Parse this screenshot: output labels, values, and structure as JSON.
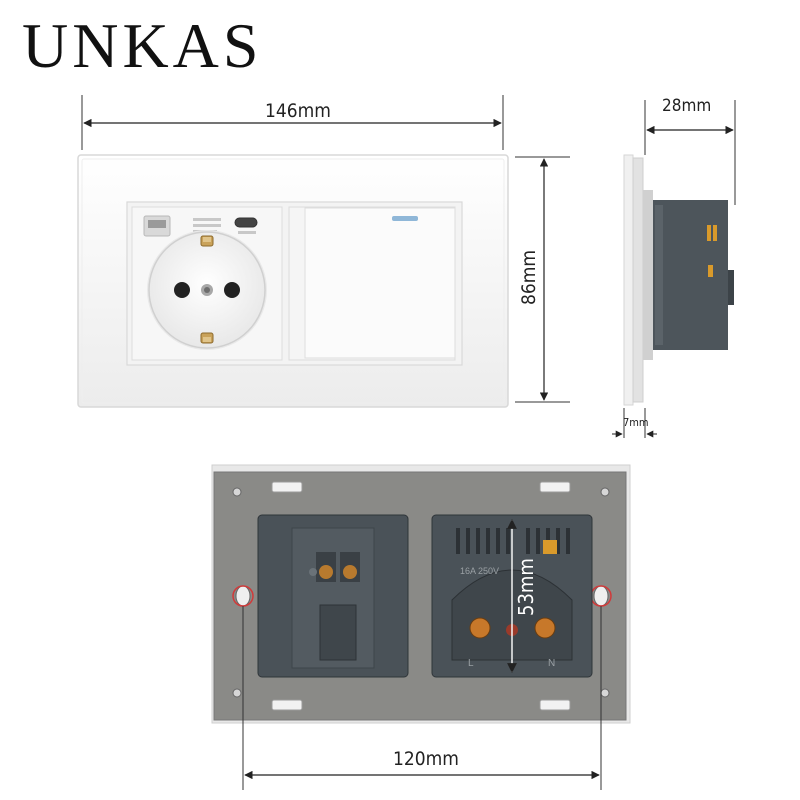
{
  "brand": {
    "name": "UNKAS"
  },
  "dimensions": {
    "width": "146mm",
    "depth": "28mm",
    "height": "86mm",
    "plate_thickness": "7mm",
    "back_mounting_width": "120mm",
    "back_module_height": "53mm"
  },
  "socket_markings": {
    "rating": "16A 250V",
    "live": "L",
    "neutral": "N"
  },
  "colors": {
    "plate": "#f4f4f4",
    "back_frame": "#8a8a87",
    "module": "#4a5258",
    "copper": "#c7782a",
    "accent_blue": "#5a9fd4"
  },
  "icons": [
    "usb-a-port-icon",
    "usb-c-port-icon",
    "schuko-socket-icon",
    "switch-indicator-icon",
    "mounting-hole-icon"
  ]
}
